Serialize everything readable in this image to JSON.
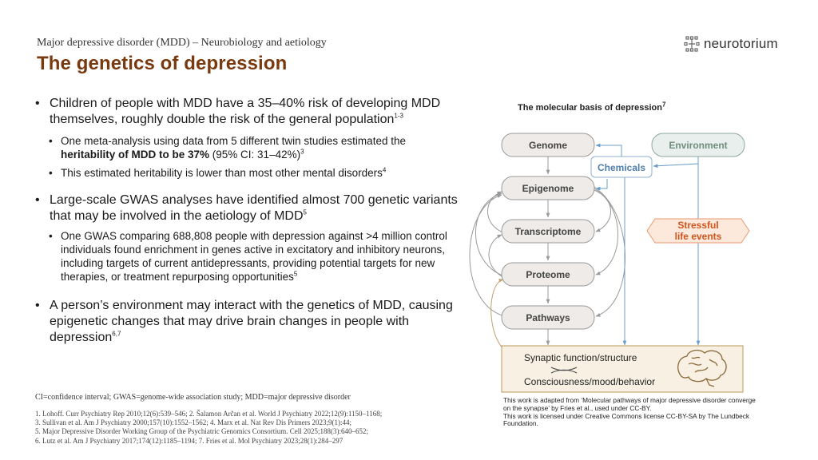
{
  "header": {
    "subtitle": "Major depressive disorder (MDD) – Neurobiology and aetiology",
    "title": "The genetics of depression"
  },
  "brand": {
    "name": "neurotorium",
    "icon": "neurotorium-logo-icon"
  },
  "bullets": [
    {
      "text": "Children of people with MDD have a 35–40% risk of developing MDD themselves, roughly double the risk of the general population",
      "sup": "1-3",
      "sub": [
        {
          "before": "One meta-analysis using data from 5 different twin studies estimated the ",
          "bold": "heritability of MDD to be 37%",
          "after": " (95% CI: 31–42%)",
          "sup": "3"
        },
        {
          "text": "This estimated heritability is lower than most other mental disorders",
          "sup": "4"
        }
      ]
    },
    {
      "text": "Large-scale GWAS analyses have identified almost 700 genetic variants that may be involved in the aetiology of MDD",
      "sup": "5",
      "sub": [
        {
          "text": "One GWAS comparing 688,808 people with depression against >4 million control individuals found enrichment in genes active in excitatory and inhibitory neurons, including targets of current antidepressants, providing potential targets for new therapies, or treatment repurposing opportunities",
          "sup": "5"
        }
      ]
    },
    {
      "text": "A person’s environment may interact with the genetics of MDD, causing epigenetic changes that may drive brain changes in people with depression",
      "sup": "6,7"
    }
  ],
  "abbreviations": "CI=confidence interval; GWAS=genome-wide association study; MDD=major depressive disorder",
  "references": [
    "1. Lohoff. Curr Psychiatry Rep 2010;12(6):539–546; 2. Šalamon Arčan et al. World J Psychiatry 2022;12(9):1150–1168;",
    "3. Sullivan et al. Am J Psychiatry 2000;157(10):1552–1562; 4. Marx et al. Nat Rev Dis Primers 2023;9(1):44;",
    "5. Major Depressive Disorder Working Group of the Psychiatric Genomics Consortium. Cell 2025;188(3):640–652;",
    "6. Lutz et al. Am J Psychiatry 2017;174(12):1185–1194; 7. Fries et al. Mol Psychiatry 2023;28(1):284–297"
  ],
  "diagram": {
    "title": "The molecular basis of depression",
    "title_sup": "7",
    "nodes": {
      "genome": "Genome",
      "epigenome": "Epigenome",
      "transcriptome": "Transcriptome",
      "proteome": "Proteome",
      "pathways": "Pathways",
      "environment": "Environment",
      "chemicals": "Chemicals",
      "stressful_line1": "Stressful",
      "stressful_line2": "life events",
      "synaptic": "Synaptic function/structure",
      "consciousness": "Consciousness/mood/behavior"
    },
    "icon": "brain-icon",
    "colors": {
      "node_fill": "#eeebe8",
      "node_stroke": "#9a9a9a",
      "env_fill": "#e9efec",
      "env_stroke": "#8fa89b",
      "env_text": "#6f8d7d",
      "chem_stroke": "#8fb0d0",
      "chem_text": "#4e7fae",
      "stress_fill": "#fde8dc",
      "stress_stroke": "#e89a6e",
      "stress_text": "#d1541c",
      "outcome_fill": "#f7f0e3",
      "outcome_stroke": "#b89a5a",
      "arrow_blue": "#6a9ccc",
      "arrow_grey": "#9a9a9a",
      "arrow_tan": "#c2a370"
    }
  },
  "credit": {
    "line1": "This work is adapted from ‘Molecular pathways of major depressive disorder converge on the synapse’ by Fries et al., used under CC-BY.",
    "line2": "This work is licensed under Creative Commons license CC-BY-SA by The Lundbeck Foundation."
  }
}
